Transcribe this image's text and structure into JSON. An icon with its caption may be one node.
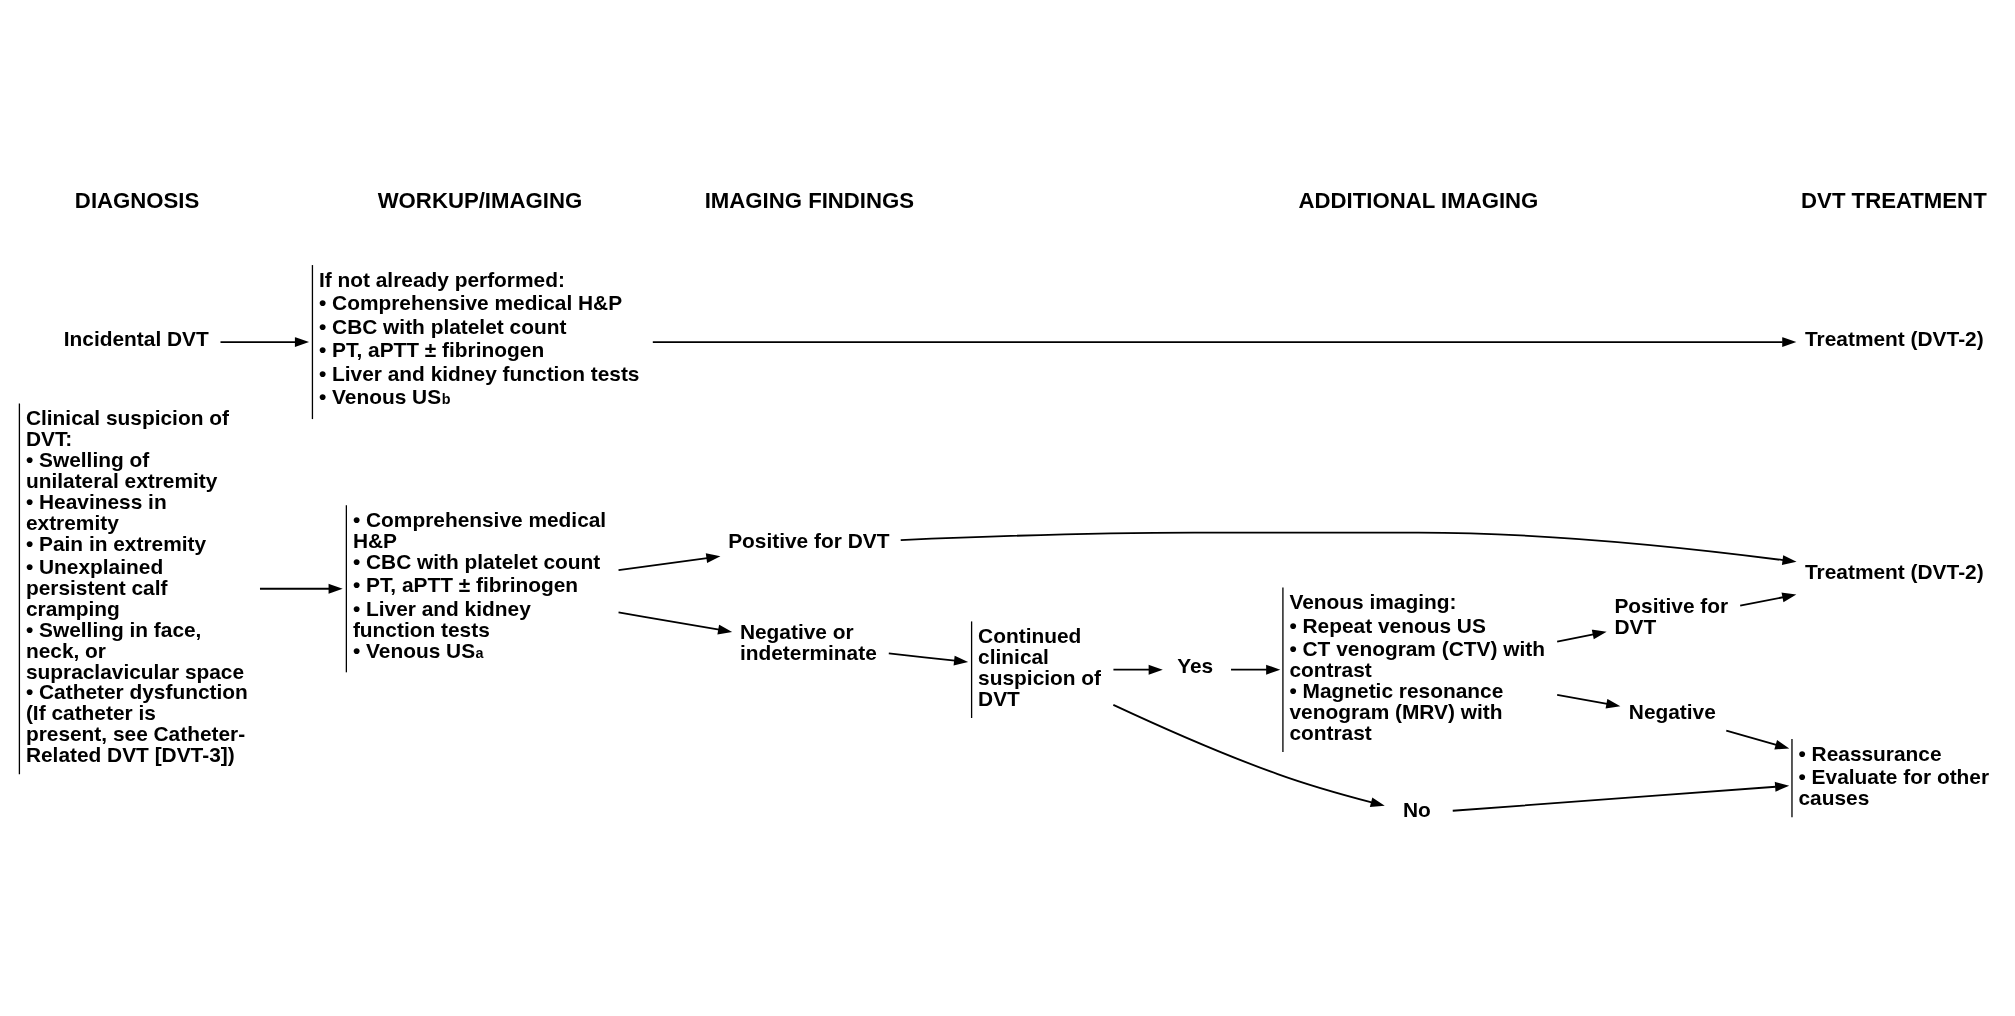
{
  "diagram": {
    "nodes": [
      {
        "text": [
          "Clinical suspicion of DVT:",
          "• Swelling of unilateral extremity",
          "• Heaviness in extremity",
          "• Pain in extremity",
          "• Unexplained persistent calf cramping",
          "• Swelling in face, neck, or supraclavicular space",
          "• Catheter dysfunction (If catheter is present, see Catheter-Related DVT [DVT-3])"
        ]
      },
      {
        "text": [
          "• Comprehensive medical H&P",
          "• CBC with platelet count",
          "• PT, aPTT ± fibrinogen",
          "• Liver and kidney function tests",
          "• Venous US$^{a}$"
        ]
      },
      {
        "text": [
          "Positive for DVT"
        ]
      },
      {
        "text": [
          "Treatment (DVT-2)"
        ]
      },
      {
        "text": [
          "Negative or indeterminate"
        ]
      },
      {
        "text": [
          "Continued clinical suspicion of DVT"
        ]
      },
      {
        "text": [
          "Yes"
        ]
      },
      {
        "text": [
          "No"
        ]
      },
      {
        "text": [
          "Venous imaging:",
          "• Repeat venous US",
          "• CT venogram (CTV) with contrast",
          "• Magnetic resonance venogram (MRV) with contrast"
        ]
      },
      {
        "text": [
          "Positive for DVT"
        ]
      },
      {
        "text": [
          "Negative"
        ]
      },
      {
        "text": [
          "• Reassurance",
          "• Evaluate for other causes"
        ]
      },
      {
        "text": [
          "Incidental DVT"
        ]
      },
      {
        "text": [
          "If not already performed:",
          "• Comprehensive medical H&P",
          "• CBC with platelet count",
          "• PT, aPTT ± fibrinogen",
          "• Liver and kidney function tests",
          "• Venous US$^{b}$"
        ]
      },
      {
        "text": [
          "Treatment (DVT-2)"
        ]
      }
    ],
    "edges": [
      {
        "from": 0,
        "to": 1,
        "arrow": "to"
      },
      {
        "from": 1,
        "to": 2,
        "arrow": "to"
      },
      {
        "from": 1,
        "to": 4,
        "arrow": "to"
      },
      {
        "from": 2,
        "to": 3,
        "arrow": "to"
      },
      {
        "from": 4,
        "to": 5,
        "arrow": "to"
      },
      {
        "from": 5,
        "to": 6,
        "arrow": "to"
      },
      {
        "from": 5,
        "to": 7,
        "arrow": "to"
      },
      {
        "from": 6,
        "to": 8,
        "arrow": "to"
      },
      {
        "from": 8,
        "to": 9,
        "arrow": "to"
      },
      {
        "from": 8,
        "to": 10,
        "arrow": "to"
      },
      {
        "from": 9,
        "to": 3,
        "arrow": "to"
      },
      {
        "from": 10,
        "to": 11,
        "arrow": "to"
      },
      {
        "from": 7,
        "to": 11,
        "arrow": "to"
      },
      {
        "from": 12,
        "to": 13,
        "arrow": "to"
      },
      {
        "from": 13,
        "to": 14,
        "arrow": "to"
      }
    ],
    "labels": [
      "DIAGNOSIS",
      "WORKUP/IMAGING",
      "IMAGING FINDINGS",
      "ADDITIONAL IMAGING",
      "DVT TREATMENT"
    ]
  }
}
